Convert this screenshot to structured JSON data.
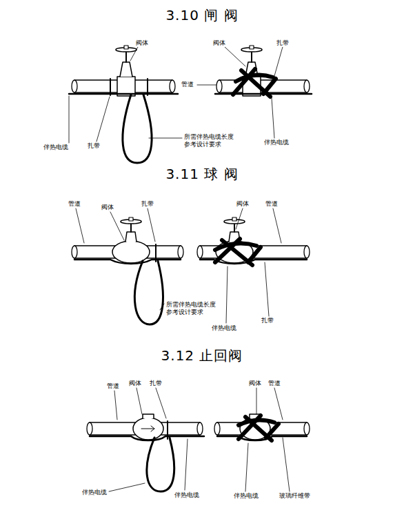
{
  "diagram": {
    "labels": [
      "3.10 闸 阀",
      "阀体",
      "管道",
      "伴热电缆",
      "扎带",
      "所需伴热电缆长度 参考设计要求",
      "阀体",
      "扎带",
      "伴热电缆",
      "3.11 球 阀",
      "管道",
      "阀体",
      "扎带",
      "所需伴热电缆长度 参考设计要求",
      "阀体",
      "管道",
      "伴热电缆",
      "扎带",
      "3.12 止回阀",
      "管道",
      "阀体",
      "扎带",
      "伴热电缆",
      "伴热电缆",
      "阀体",
      "管道",
      "伴热电缆",
      "玻璃纤维带"
    ]
  }
}
